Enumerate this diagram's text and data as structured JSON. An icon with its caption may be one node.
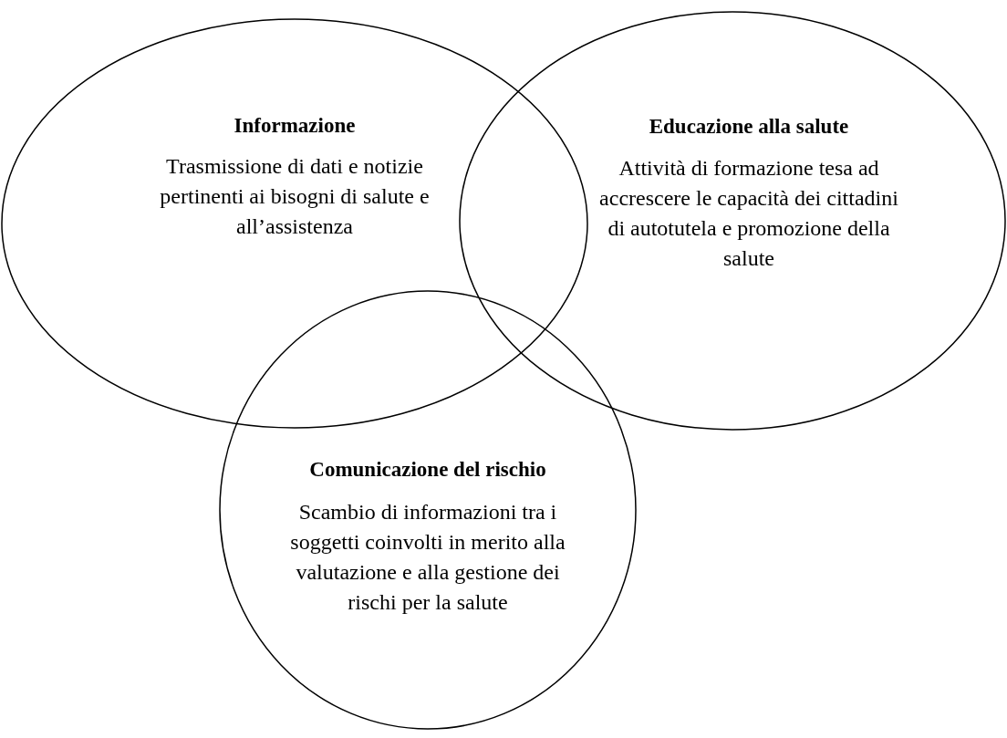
{
  "diagram": {
    "nodes": [
      {
        "text": [
          "Informazione",
          "Trasmissione di dati e notizie pertinenti ai bisogni di salute e all’assistenza"
        ]
      },
      {
        "text": [
          "Educazione alla salute",
          "Attività di formazione tesa ad accrescere le capacità dei cittadini di autotutela e promozione della salute"
        ]
      },
      {
        "text": [
          "Comunicazione del rischio",
          "Scambio di informazioni tra i soggetti coinvolti in merito alla valutazione e alla gestione dei rischi per la salute"
        ]
      }
    ]
  }
}
